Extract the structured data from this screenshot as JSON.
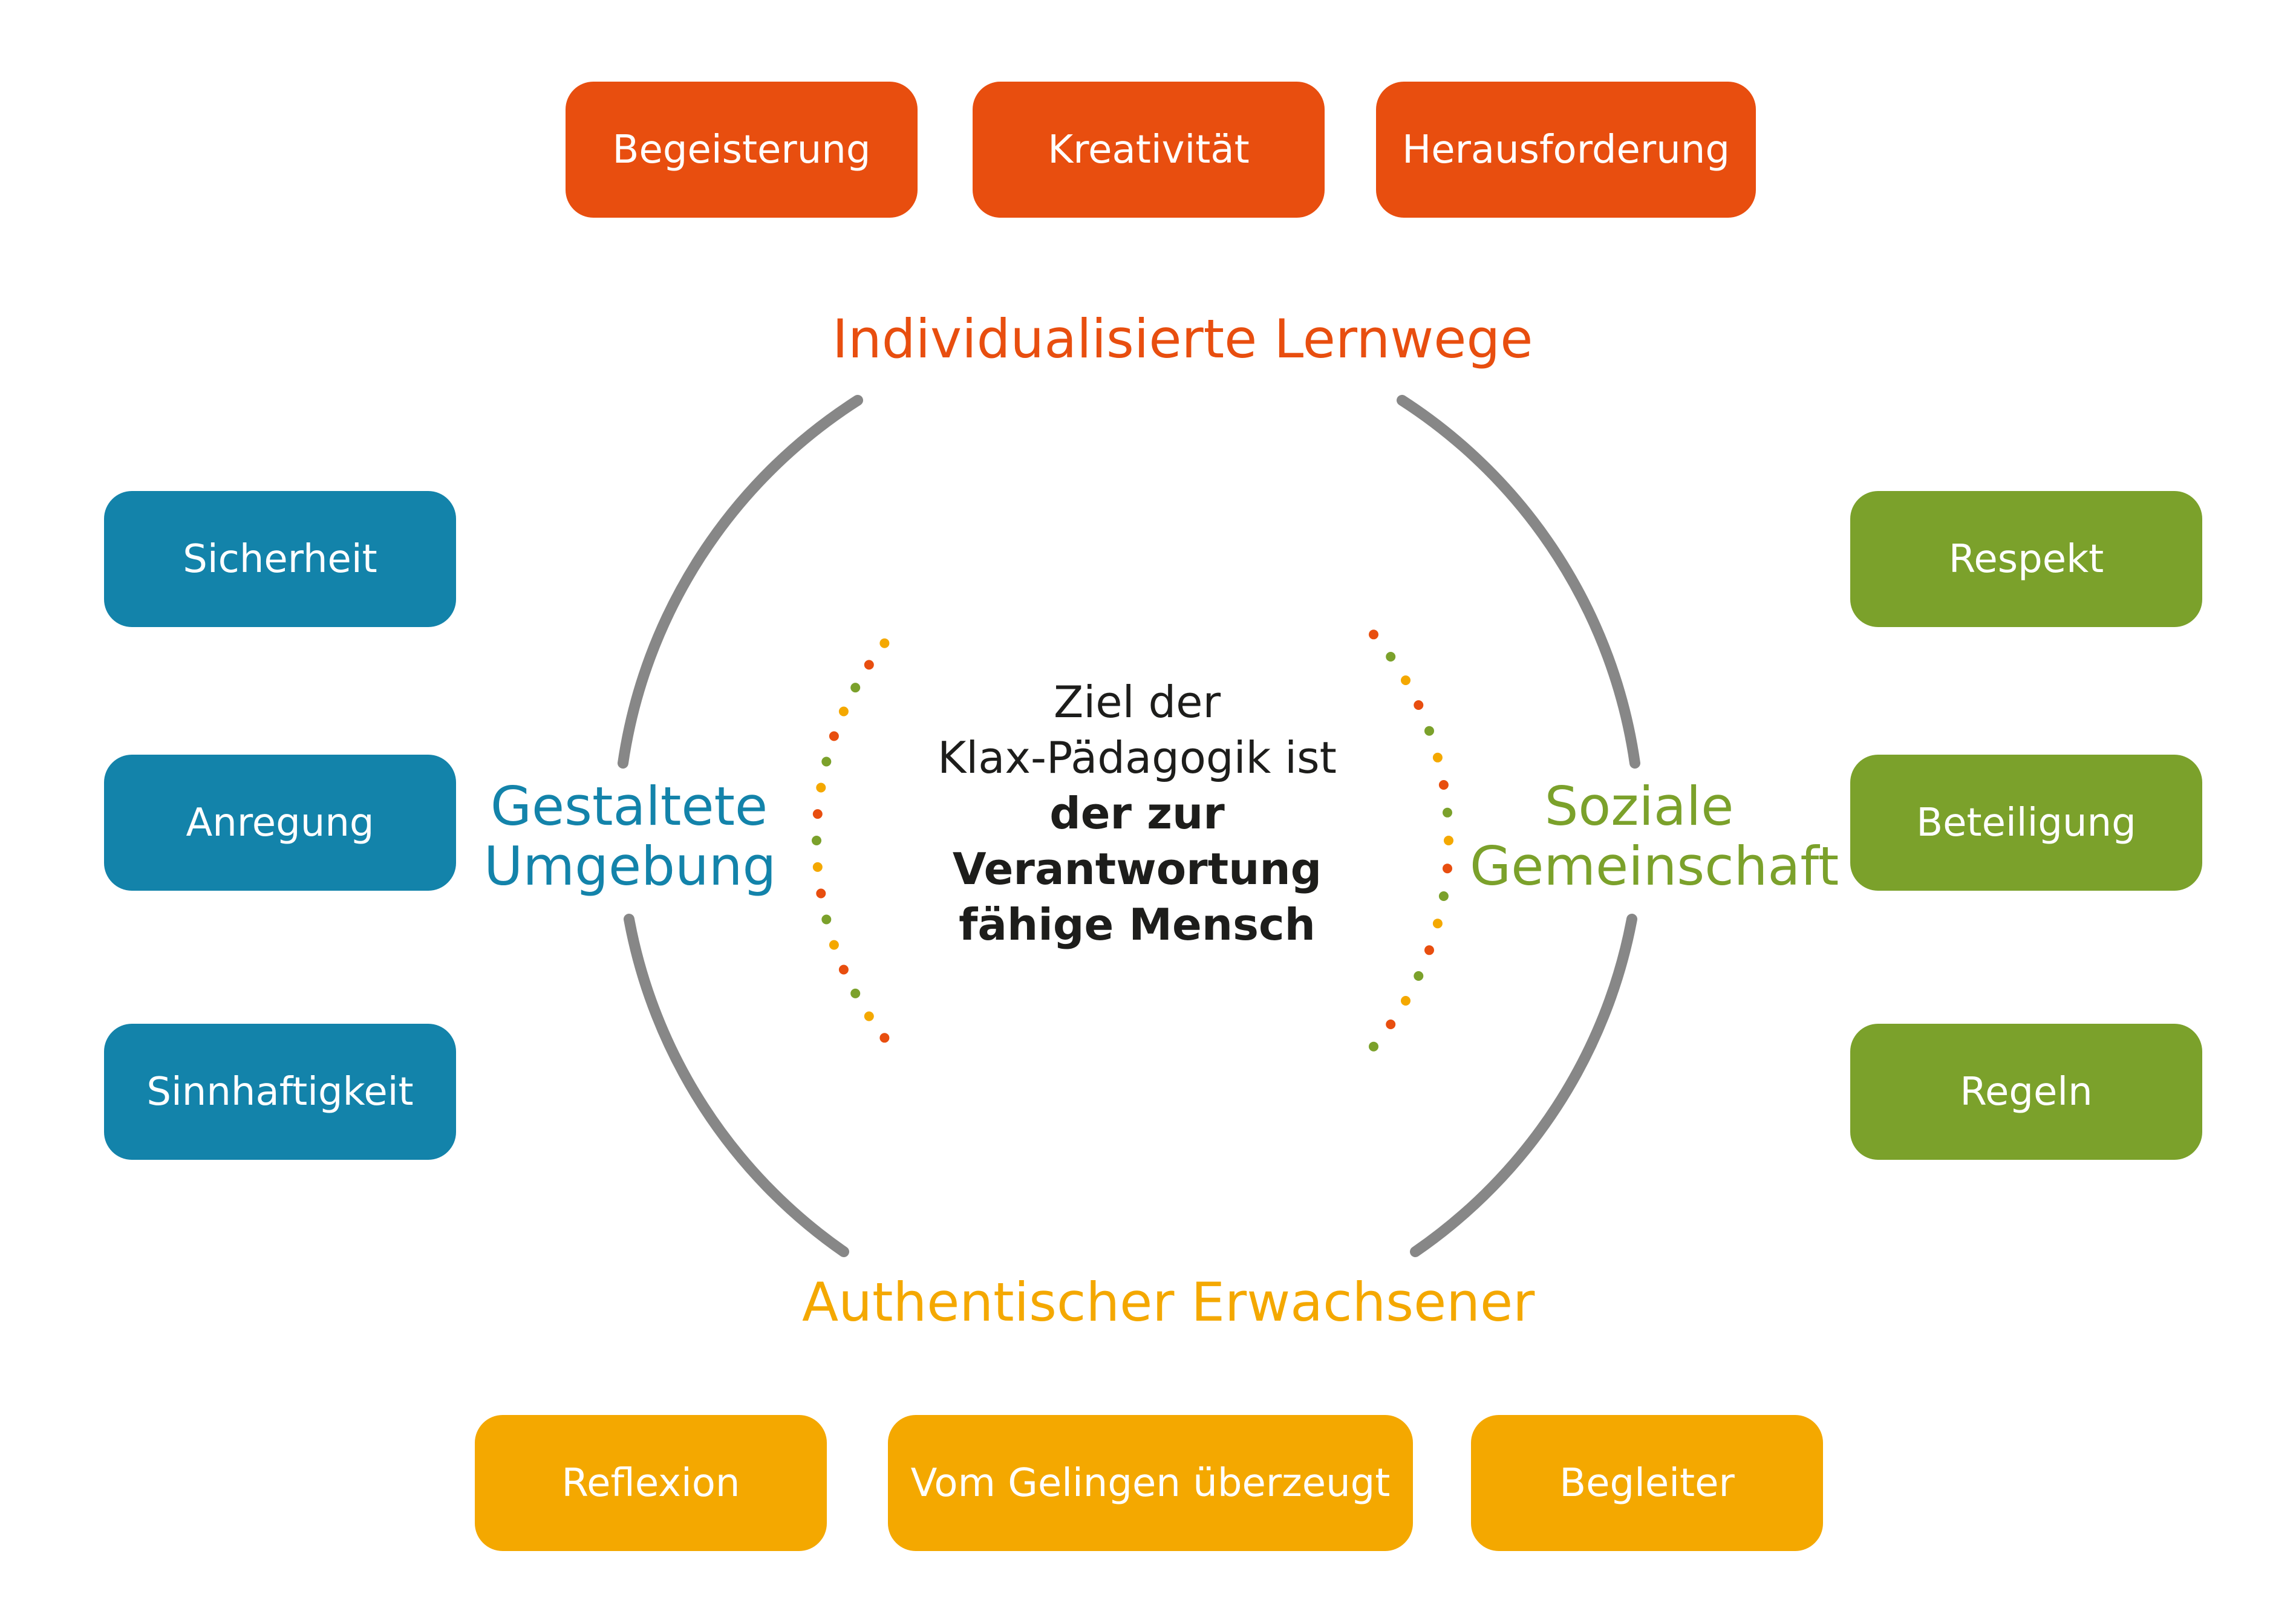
{
  "colors": {
    "orange": "#e84e0f",
    "blue": "#1383aa",
    "green": "#7ba12b",
    "yellow": "#f4a800",
    "ring": "#878787"
  },
  "top_boxes": [
    "Begeisterung",
    "Kreativität",
    "Herausforderung"
  ],
  "left_boxes": [
    "Sicherheit",
    "Anregung",
    "Sinnhaftigkeit"
  ],
  "right_boxes": [
    "Respekt",
    "Beteiligung",
    "Regeln"
  ],
  "bottom_boxes": [
    "Reflexion",
    "Vom Gelingen überzeugt",
    "Begleiter"
  ],
  "categories": {
    "top": "Individualisierte Lernwege",
    "left_line1": "Gestaltete",
    "left_line2": "Umgebung",
    "right_line1": "Soziale",
    "right_line2": "Gemeinschaft",
    "bottom": "Authentischer Erwachsener"
  },
  "center": {
    "line1": "Ziel der",
    "line2": "Klax-Pädagogik ist",
    "line3": "der zur",
    "line4": "Verantwortung",
    "line5": "fähige Mensch"
  }
}
